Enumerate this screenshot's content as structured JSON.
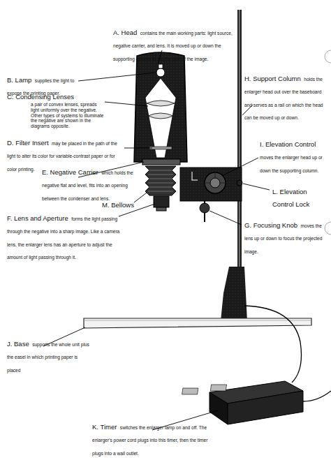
{
  "diagram": {
    "labels": [
      "A. Head",
      "contains the main working parts: light source, negative carrier, and lens. It is moved up or down the supporting column to set the size of the image.",
      "B. Lamp",
      "supplies the light to expose the printing paper.",
      "C. Condensing Lenses",
      "a pair of convex lenses, spreads light uniformly over the negative. Other types of systems to illuminate the negative are shown in the diagrams opposite.",
      "D. Filter Insert",
      "may be placed in the path of the light to alter its color for variable-contrast paper or for color printing.",
      "E. Negative Carrier",
      "which holds the negative flat and level, fits into an opening between the condenser and lens.",
      "M. Bellows",
      "F. Lens and Aperture",
      "forms the light passing through the negative into a sharp image. Like a camera lens, the enlarger lens has an aperture to adjust the amount of light passing through it.",
      "H. Support Column",
      "holds the enlarger head out over the baseboard and serves as a rail on which the head can be moved up or down.",
      "I. Elevation Control",
      "moves the enlarger head up or down the supporting column.",
      "L. Elevation Control Lock",
      "G. Focusing Knob",
      "moves the lens up or down to focus the projected image.",
      "J. Base",
      "supports the whole unit plus the easel in which printing paper is placed",
      "K. Timer",
      "switches the enlarger lamp on and off. The enlarger's power cord plugs into this timer, then the timer plugs into a wall outlet."
    ]
  }
}
